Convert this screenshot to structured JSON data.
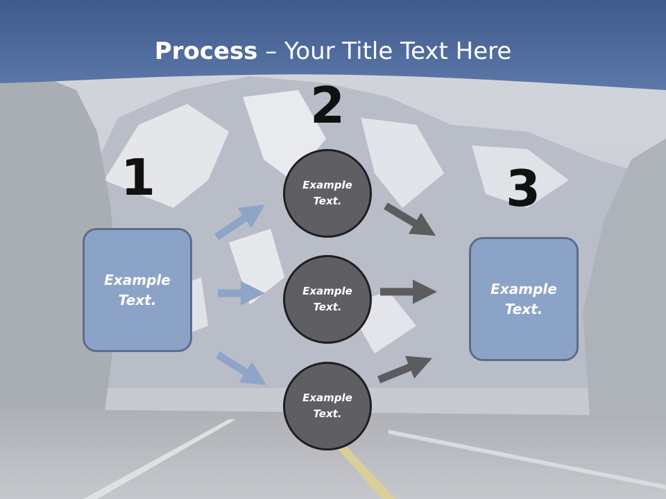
{
  "title": {
    "bold": "Process",
    "rest": " – Your Title Text Here"
  },
  "steps": [
    {
      "number": "1",
      "text": "Example\nText."
    },
    {
      "number": "2",
      "text": "Example\nText."
    },
    {
      "number": "3",
      "text": "Example\nText."
    }
  ],
  "circles": [
    {
      "text": "Example\nText."
    },
    {
      "text": "Example\nText."
    },
    {
      "text": "Example\nText."
    }
  ],
  "colors": {
    "header": "#4a6696",
    "box_fill": "#8ca3c8",
    "box_border": "#5c6d88",
    "circle_fill": "#5f5f63",
    "circle_border": "#1e1e20",
    "arrow_blue": "#8ea4c9",
    "arrow_gray": "#5c5c5e",
    "number": "#111111"
  }
}
